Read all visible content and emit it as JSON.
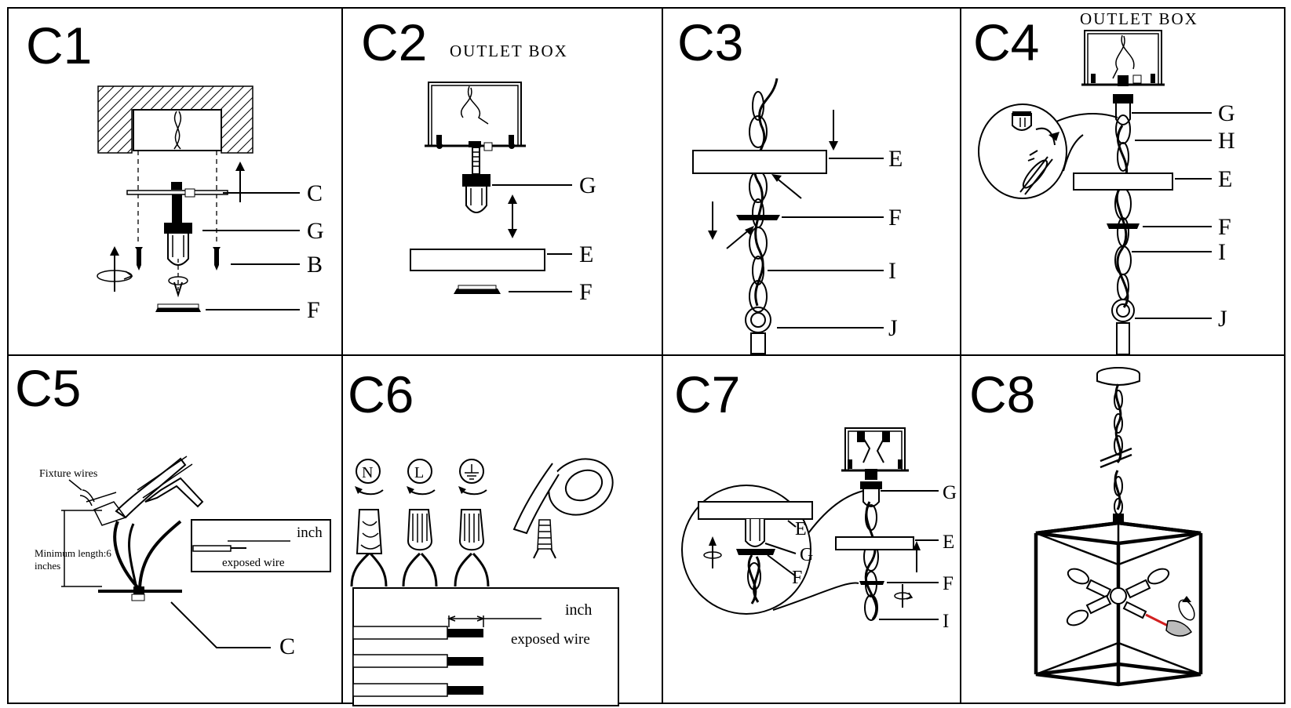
{
  "panels": {
    "c1": {
      "title": "C1",
      "labels": [
        "C",
        "G",
        "B",
        "F"
      ]
    },
    "c2": {
      "title": "C2",
      "box": "OUTLET  BOX",
      "labels": [
        "G",
        "E",
        "F"
      ]
    },
    "c3": {
      "title": "C3",
      "labels": [
        "E",
        "F",
        "I",
        "J"
      ]
    },
    "c4": {
      "title": "C4",
      "box": "OUTLET  BOX",
      "labels": [
        "G",
        "H",
        "E",
        "F",
        "I",
        "J"
      ]
    },
    "c5": {
      "title": "C5",
      "fixture_wires": "Fixture wires",
      "min_length_1": "Minimum length:6",
      "min_length_2": "inches",
      "inch": "inch",
      "exposed_wire": "exposed wire",
      "label": "C"
    },
    "c6": {
      "title": "C6",
      "n": "N",
      "l": "L",
      "inch": "inch",
      "exposed_wire": "exposed wire"
    },
    "c7": {
      "title": "C7",
      "labels": [
        "G",
        "E",
        "F",
        "I"
      ],
      "zoom_labels": [
        "E",
        "G",
        "F"
      ]
    },
    "c8": {
      "title": "C8"
    }
  },
  "colors": {
    "accent_red": "#d22020"
  }
}
